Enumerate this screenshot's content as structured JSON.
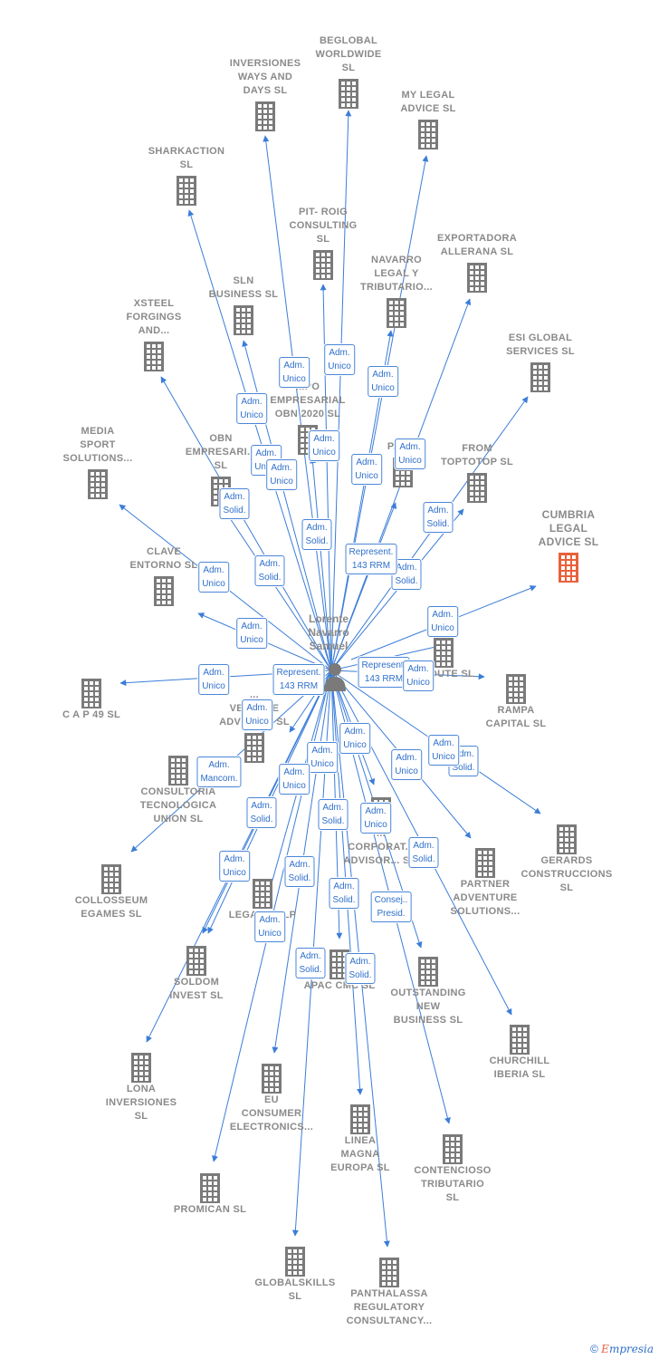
{
  "person": {
    "name_lines": "Lorente\nNavarro\nSamuel"
  },
  "focus_company": "CUMBRIA\nLEGAL\nADVICE  SL",
  "companies": [
    {
      "id": "beglobal",
      "label": "BEGLOBAL\nWORLDWIDE\nSL"
    },
    {
      "id": "inversiones-ways",
      "label": "INVERSIONES\nWAYS AND\nDAYS  SL"
    },
    {
      "id": "my-legal",
      "label": "MY LEGAL\nADVICE  SL"
    },
    {
      "id": "sharkaction",
      "label": "SHARKACTION\nSL"
    },
    {
      "id": "pit-roig",
      "label": "PIT- ROIG\nCONSULTING\nSL"
    },
    {
      "id": "exportadora",
      "label": "EXPORTADORA\nALLERANA  SL"
    },
    {
      "id": "navarro-legal",
      "label": "NAVARRO\nLEGAL Y\nTRIBUTARIO..."
    },
    {
      "id": "sln",
      "label": "SLN\nBUSINESS  SL"
    },
    {
      "id": "xsteel",
      "label": "XSTEEL\nFORGINGS\nAND..."
    },
    {
      "id": "esi-global",
      "label": "ESI GLOBAL\nSERVICES  SL"
    },
    {
      "id": "grupo-obn",
      "label": "...PO\nEMPRESARIAL\nOBN 2020  SL"
    },
    {
      "id": "obn-emp",
      "label": "OBN\nEMPRESARI...\nSL"
    },
    {
      "id": "media-sport",
      "label": "MEDIA\nSPORT\nSOLUTIONS..."
    },
    {
      "id": "from-toptotop",
      "label": "FROM\nTOPTOTOP  SL"
    },
    {
      "id": "p-sl",
      "label": "P...  SL"
    },
    {
      "id": "clave-entorno",
      "label": "CLAVE\nENTORNO  SL"
    },
    {
      "id": "route",
      "label": "...ROUTE  SL"
    },
    {
      "id": "cap49",
      "label": "C A P 49 SL"
    },
    {
      "id": "rampa",
      "label": "RAMPA\nCAPITAL  SL"
    },
    {
      "id": "venture",
      "label": "...\nVENTURE\nADVISORS  SL"
    },
    {
      "id": "consultoria",
      "label": "CONSULTORIA\nTECNOLOGICA\nUNION  SL"
    },
    {
      "id": "gerards",
      "label": "GERARDS\nCONSTRUCCIONS\nSL"
    },
    {
      "id": "corporat",
      "label": "...\nCORPORAT...\nADVISOR...  S..."
    },
    {
      "id": "partner",
      "label": "PARTNER\nADVENTURE\nSOLUTIONS..."
    },
    {
      "id": "collosseum",
      "label": "COLLOSSEUM\nEGAMES  SL"
    },
    {
      "id": "legal-slp",
      "label": "LEGAL...  SLP"
    },
    {
      "id": "soldom",
      "label": "SOLDOM\nINVEST  SL"
    },
    {
      "id": "apac",
      "label": "APAC CMC  SL"
    },
    {
      "id": "outstanding",
      "label": "OUTSTANDING\nNEW\nBUSINESS  SL"
    },
    {
      "id": "churchill",
      "label": "CHURCHILL\nIBERIA  SL"
    },
    {
      "id": "lona",
      "label": "LONA\nINVERSIONES\nSL"
    },
    {
      "id": "eu-consumer",
      "label": "EU\nCONSUMER\nELECTRONICS..."
    },
    {
      "id": "linea-magna",
      "label": "LINEA\nMAGNA\nEUROPA  SL"
    },
    {
      "id": "contencioso",
      "label": "CONTENCIOSO\nTRIBUTARIO\nSL"
    },
    {
      "id": "promican",
      "label": "PROMICAN  SL"
    },
    {
      "id": "globalskills",
      "label": "GLOBALSKILLS\nSL"
    },
    {
      "id": "panthalassa",
      "label": "PANTHALASSA\nREGULATORY\nCONSULTANCY..."
    }
  ],
  "edge_labels": [
    "Adm.\nUnico",
    "Adm.\nUnico",
    "Adm.\nUnico",
    "Adm.\nUnico",
    "Adm.\nUnico",
    "Adm.\nUnico",
    "Adm.\nUnico",
    "Adm.\nUnico",
    "Adm.\nUnico",
    "Adm.\nSolid.",
    "Adm.\nSolid.",
    "Adm.\nSolid.",
    "Adm.\nSolid.",
    "Adm.\nSolid.",
    "Represent.\n143 RRM",
    "Adm.\nUnico",
    "Adm.\nUnico",
    "Adm.\nUnico",
    "Adm.\nUnico",
    "Represent.\n143 RRM",
    "Represent.\n143 RRM",
    "Adm.\nUnico",
    "Adm.\nUnico",
    "Adm.\nUnico",
    "Adm.\nMancom.",
    "Adm.\nUnico",
    "Adm.\nSolid.",
    "Adm.\nUnico",
    "Adm.\nUnico",
    "Adm.\nUnico",
    "Adm.\nSolid.",
    "Adm.\nSolid.",
    "Adm.\nUnico",
    "Adm.\nUnico",
    "Adm.\nSolid.",
    "Adm.\nSolid.",
    "Adm.\nSolid.",
    "Consej..\nPresid.",
    "Adm.\nUnico",
    "Adm.\nSolid.",
    "Adm.\nSolid.",
    "Adm.\nUnico",
    "Adm.\nSolid."
  ],
  "credit": {
    "symbol": "©",
    "brand_e": "E",
    "brand_rest": "mpresia"
  },
  "colors": {
    "edge": "#3b7dd8",
    "building": "#7a7a7a",
    "focus": "#e8613b",
    "text": "#8a8a8a"
  }
}
